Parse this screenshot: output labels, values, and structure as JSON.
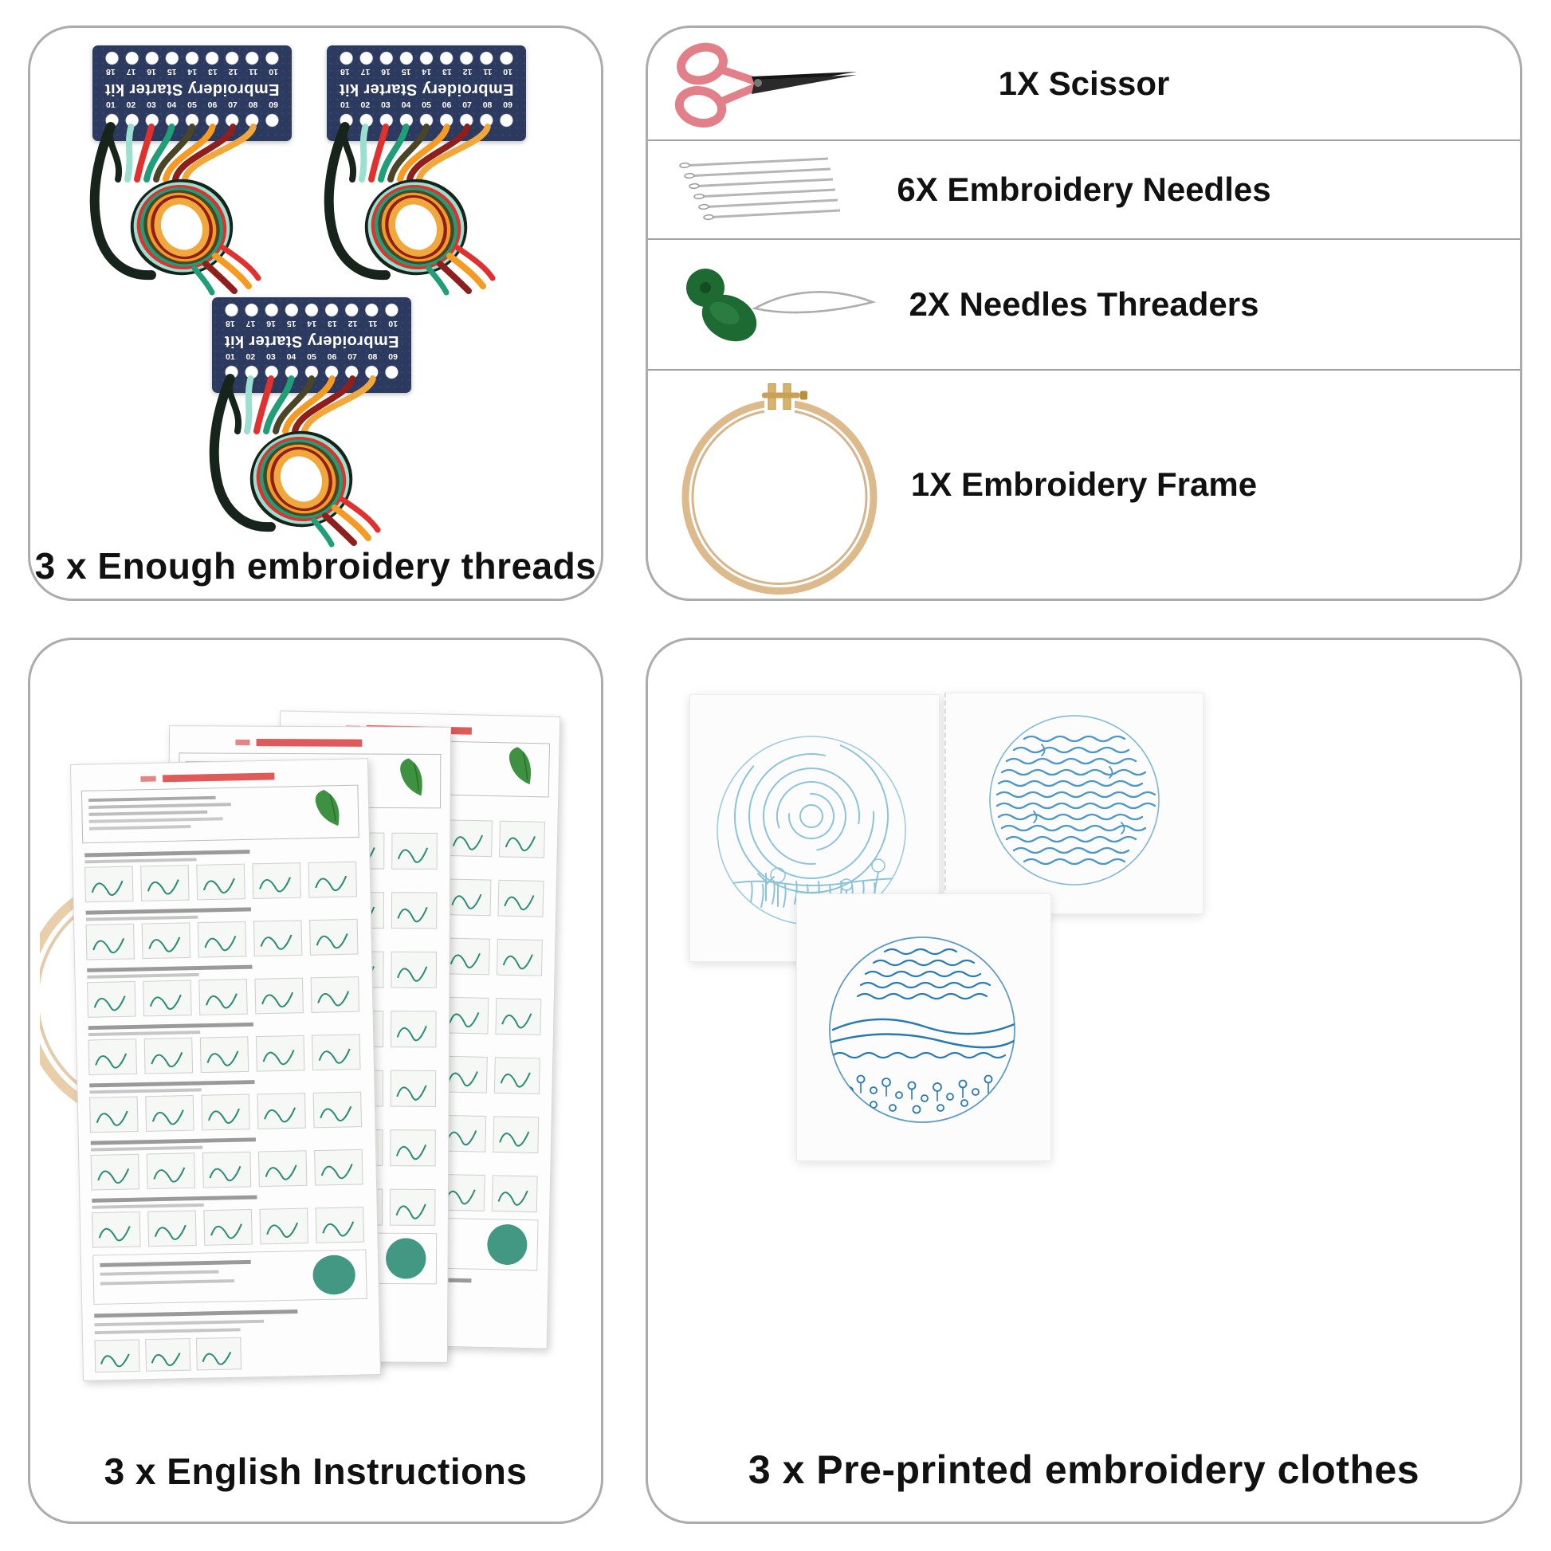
{
  "panels": {
    "threads": {
      "caption": "3 x Enough embroidery threads",
      "card": {
        "title": "Embroidery Starter kit",
        "top_numbers": [
          "10",
          "11",
          "12",
          "13",
          "14",
          "15",
          "16",
          "17",
          "18"
        ],
        "bottom_numbers": [
          "01",
          "02",
          "03",
          "04",
          "05",
          "06",
          "07",
          "08",
          "09"
        ],
        "card_color": "#2d3a5f",
        "thread_colors": [
          "#17241b",
          "#9adfd0",
          "#e0312e",
          "#1f9e77",
          "#4a4526",
          "#f59a23",
          "#8f1f1d",
          "#f0a83c"
        ]
      }
    },
    "tools": {
      "rows": [
        {
          "label": "1X Scissor",
          "icon": "scissors-icon",
          "accent_color": "#e2808a"
        },
        {
          "label": "6X Embroidery Needles",
          "icon": "needles-icon",
          "accent_color": "#b5b5b5"
        },
        {
          "label": "2X Needles Threaders",
          "icon": "needle-threader-icon",
          "accent_color": "#1e6a33"
        },
        {
          "label": "1X Embroidery Frame",
          "icon": "embroidery-hoop-icon",
          "accent_color": "#dcba8c"
        }
      ]
    },
    "instructions": {
      "caption": "3 x English Instructions"
    },
    "clothes": {
      "caption": "3 x Pre-printed embroidery clothes",
      "pattern_colors": [
        "#8cc4da",
        "#4a97c8",
        "#2a7ab2"
      ]
    }
  }
}
